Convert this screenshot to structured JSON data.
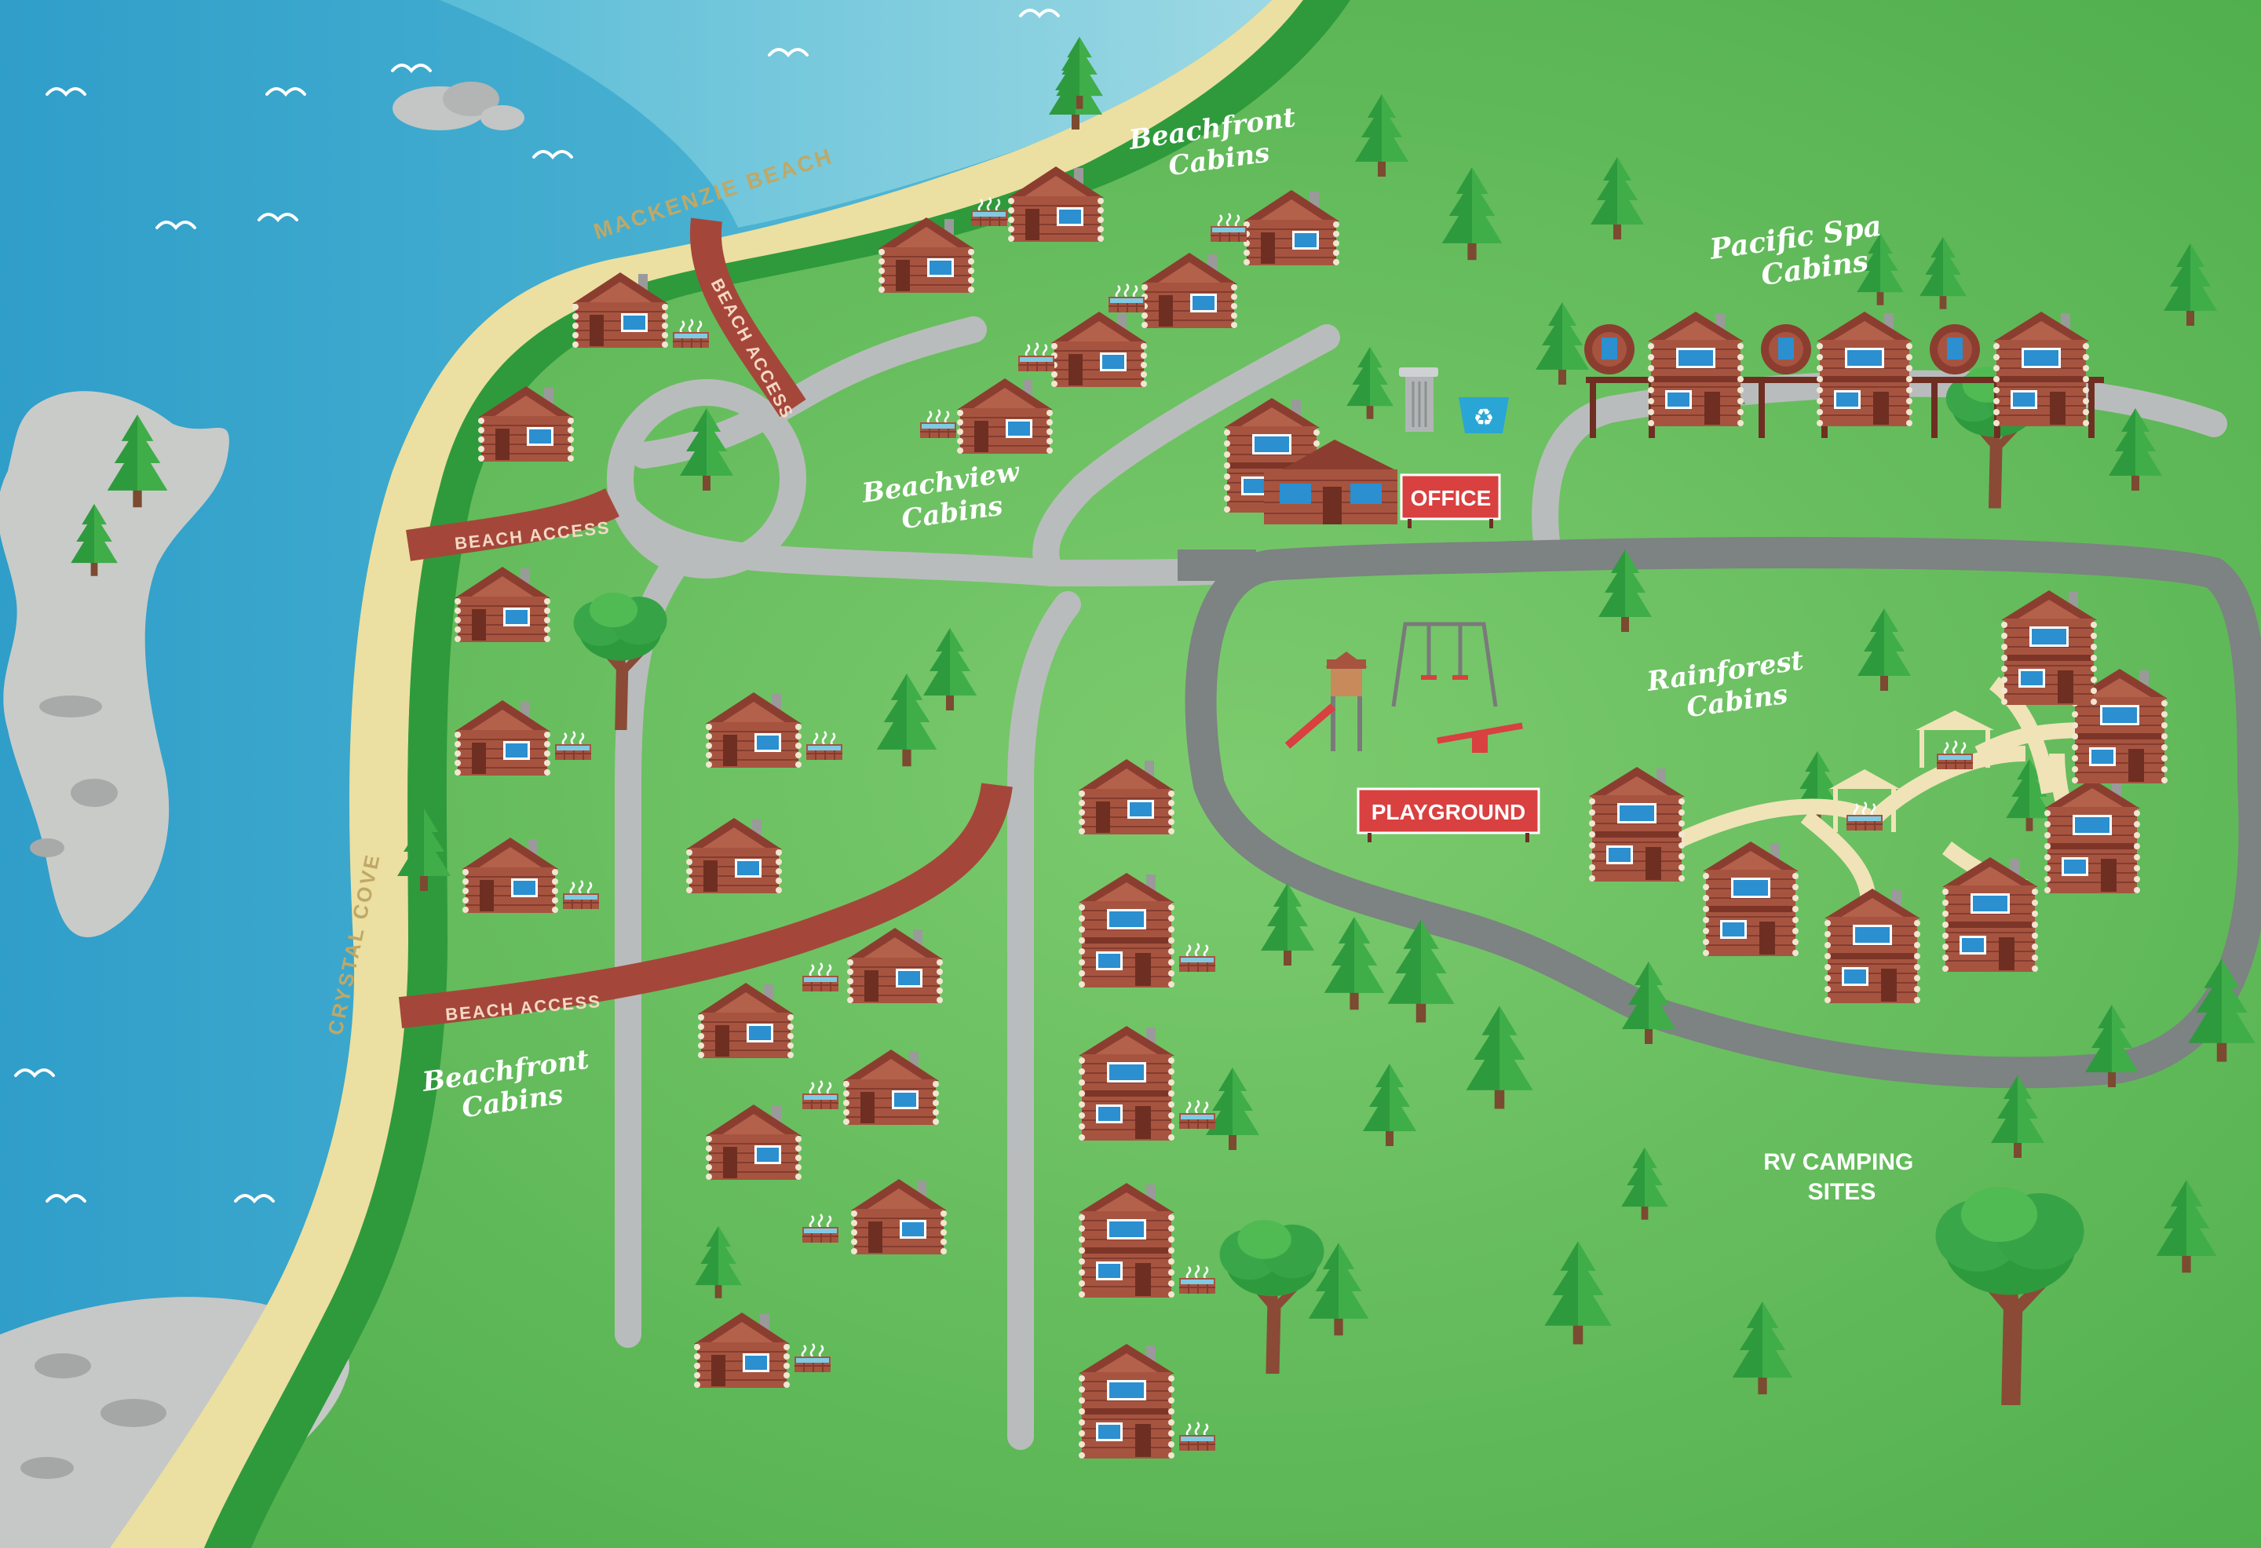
{
  "map": {
    "area_labels": {
      "beachfront_north": [
        "Beachfront",
        "Cabins"
      ],
      "beachfront_south": [
        "Beachfront",
        "Cabins"
      ],
      "beachview": [
        "Beachview",
        "Cabins"
      ],
      "pacific_spa": [
        "Pacific Spa",
        "Cabins"
      ],
      "rainforest": [
        "Rainforest",
        "Cabins"
      ],
      "rv": [
        "RV CAMPING",
        "SITES"
      ]
    },
    "beach_labels": {
      "mackenzie": "MACKENZIE BEACH",
      "crystal": "CRYSTAL COVE"
    },
    "path_labels": {
      "access_north": "BEACH ACCESS",
      "access_mid": "BEACH ACCESS",
      "access_south": "BEACH ACCESS"
    },
    "signs": {
      "office": "OFFICE",
      "playground": "PLAYGROUND"
    },
    "colors": {
      "ocean": "#3aa6cf",
      "ocean_light": "#8fd0e0",
      "sand": "#ecdfa2",
      "grass": "#5fb85a",
      "grass_dark": "#2f9a3c",
      "road": "#b9bcbc",
      "loop_road": "#7d8282",
      "path": "#a4473a",
      "cabin": "#a65440",
      "roof": "#8b3e30",
      "tree": "#2e9a3e",
      "sign_red": "#d94040"
    }
  }
}
